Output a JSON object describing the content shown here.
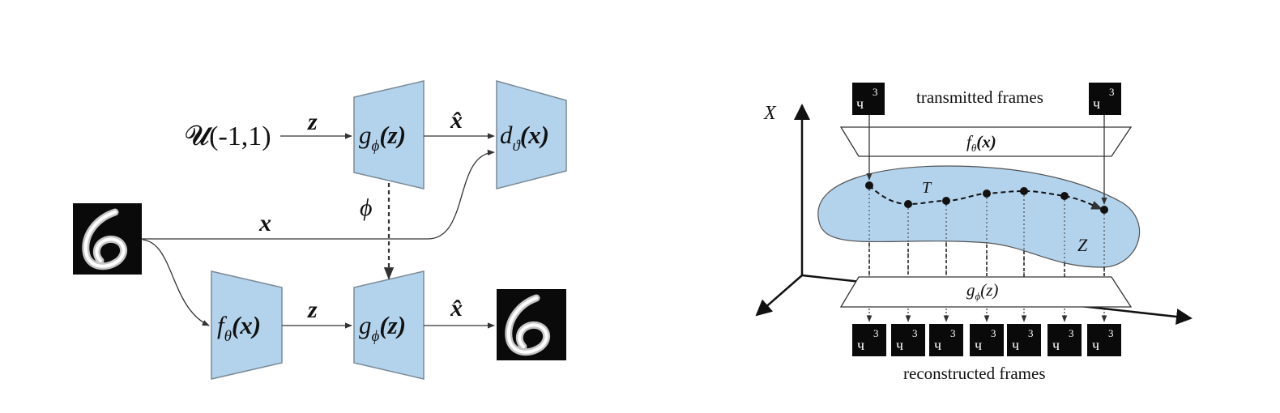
{
  "colors": {
    "block_fill": "#b3d3ed",
    "block_stroke": "#7a8a96",
    "manifold_fill": "#b3d3ed",
    "line": "#333333",
    "image_bg": "#0a0a0a"
  },
  "left_diagram": {
    "noise_source": "𝓤(-1,1)",
    "edge_z_top": "z",
    "edge_xhat_top": "x̂",
    "edge_x": "x",
    "edge_phi": "ϕ",
    "edge_z_bottom": "z",
    "edge_xhat_bottom": "x̂",
    "blocks": {
      "generator_top": {
        "fn": "g",
        "sub": "ϕ",
        "arg": "(z)"
      },
      "discriminator": {
        "fn": "d",
        "sub": "ϑ",
        "arg": "(x)"
      },
      "encoder": {
        "fn": "f",
        "sub": "θ",
        "arg": "(x)"
      },
      "generator_bottom": {
        "fn": "g",
        "sub": "ϕ",
        "arg": "(z)"
      }
    },
    "input_image": "digit-6-image",
    "output_image": "digit-6-reconstruction-image"
  },
  "right_diagram": {
    "axis_label_x": "X",
    "transmitted_label": "transmitted frames",
    "reconstructed_label": "reconstructed frames",
    "encoder": {
      "fn": "f",
      "sub": "θ",
      "arg": "(x)"
    },
    "decoder": {
      "fn": "g",
      "sub": "ϕ",
      "arg": "(z)"
    },
    "trajectory_label": "T",
    "manifold_label": "Z",
    "frame_glyph": "frame-digit-43-icon",
    "reconstructed_frame_count": 7
  }
}
